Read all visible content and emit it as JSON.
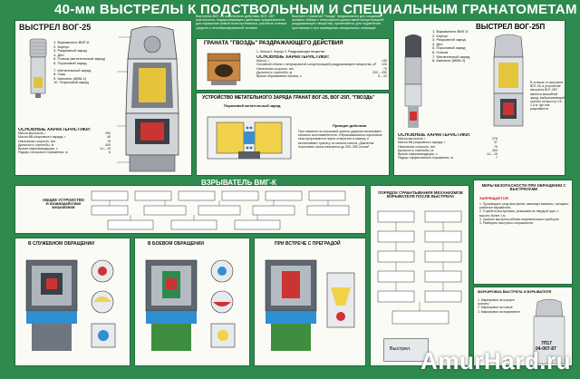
{
  "title": "40-мм ВЫСТРЕЛЫ К ПОДСТВОЛЬНЫМ И СПЕЦИАЛЬНЫМ ГРАНАТОМЕТАМ",
  "vog25": {
    "title": "ВЫСТРЕЛ ВОГ-25",
    "parts": [
      "1. Взрыватель ВМГ-К",
      "2. Корпус",
      "3. Разрывной заряд",
      "4. Дно",
      "5. Гильза (метательный заряд)",
      "6. Пороховой заряд"
    ],
    "parts2": [
      "7. Метательный заряд",
      "8. Газы",
      "9. Капсюль (КВМ-2)",
      "10. Пороховой заряд"
    ],
    "specs_title": "ОСНОВНЫЕ ХАРАКТЕРИСТИКИ:",
    "specs": [
      [
        "Масса выстрела, г",
        "250"
      ],
      [
        "Масса ВВ разрывного заряда, г",
        "48"
      ],
      [
        "Начальная скорость, м/с",
        "76"
      ],
      [
        "Дальность стрельбы, м",
        "400"
      ],
      [
        "Время самоликвидации, с",
        "14 – 19"
      ],
      [
        "Радиус сплошного поражения, м",
        "6"
      ]
    ]
  },
  "intro_text": "Выстрелы ВОГ-25 осколочного действия, ВОГ-25П осколочного, подпрыгивающего действия предназначены для поражения живой силы противника, расчетов огневых средств и легкобронированной техники.",
  "intro_text2": "Выстрел с гранатой \"Гвоздь\" предназначен для создания газового облака с непрозрачно-допустимой концентрацией раздражающего вещества, применяется для подавления противника и при проведении специальных операций.",
  "gvozd": {
    "title": "ГРАНАТА \"ГВОЗДЬ\" РАЗДРАЖАЮЩЕГО ДЕЙСТВИЯ",
    "parts": "1. Гильза  2. Корпус  3. Раздражающее вещество",
    "specs_title": "ОСНОВНЫЕ ХАРАКТЕРИСТИКИ:",
    "specs": [
      [
        "Масса, г",
        "145"
      ],
      [
        "Основной объем с непрозрачной концентрацией раздражающего вещества, м³",
        "100"
      ],
      [
        "Начальная скорость, м/с",
        "70"
      ],
      [
        "Дальность стрельбы, м",
        "200 – 250"
      ],
      [
        "Время образования облака, с",
        "5 – 10"
      ]
    ]
  },
  "charge": {
    "title": "УСТРОЙСТВО МЕТАТЕЛЬНОГО ЗАРЯДА ГРАНАТ ВОГ-25, ВОГ-25П, \"ГВОЗДЬ\"",
    "subtitle": "Пороховой метательный заряд",
    "principle_title": "Принцип действия",
    "principle": "При нажатии на спусковой крючок ударник накалывает капсюль воспламенителя. Образовавшиеся пороховые газы прорываются через отверстия в камеру и выталкивают гранату из канала ствола. Давление пороховых газов снижается до 300–350 кгс/см²."
  },
  "vog25p": {
    "title": "ВЫСТРЕЛ ВОГ-25П",
    "parts": [
      "1. Взрыватель ВМГ-К",
      "2. Корпус",
      "3. Разрывной заряд",
      "4. Дно",
      "5. Пороховой заряд",
      "6. Гильза",
      "7. Метательный заряд",
      "8. Капсюль (КВМ-2)"
    ],
    "note": "В отличие от выстрела ВОГ-25, в устройстве выстрела ВОГ-25П имеется вышибной заряд, выбрасывающий гранату на высоту 0,5–1,5 м, где она разрывается.",
    "specs_title": "ОСНОВНЫЕ ХАРАКТЕРИСТИКИ:",
    "specs": [
      [
        "Масса выстрела, г",
        "278"
      ],
      [
        "Масса ВВ разрывного заряда, г",
        "37"
      ],
      [
        "Начальная скорость, м/с",
        "75"
      ],
      [
        "Дальность стрельбы, м",
        "400"
      ],
      [
        "Время самоликвидации, с",
        "14 – 19"
      ],
      [
        "Радиус эффективного поражения, м",
        "7"
      ]
    ]
  },
  "fuze": {
    "title": "ВЗРЫВАТЕЛЬ ВМГ-К",
    "general": "ОБЩЕЕ УСТРОЙСТВО И взаимодействие механизмов",
    "states": [
      "В СЛУЖЕБНОМ ОБРАЩЕНИИ",
      "В БОЕВОМ ОБРАЩЕНИИ",
      "ПРИ ВСТРЕЧЕ С ПРЕГРАДОЙ"
    ],
    "order_title": "ПОРЯДОК СРАБАТЫВАНИЯ МЕХАНИЗМОВ ВЗРЫВАТЕЛЯ ПОСЛЕ ВЫСТРЕЛА",
    "shot": "Выстрел."
  },
  "safety": {
    "title": "МЕРЫ БЕЗОПАСНОСТИ ПРИ ОБРАЩЕНИИ С ВЫСТРЕЛАМИ",
    "forbidden": "ЗАПРЕЩАЕТСЯ:",
    "items": [
      "1. Производить уход выстрелов, имеющих вмятины, трещины, разбитые взрыватели.",
      "2. Стрелять выстрелами, упавшими на твердый грунт с высоты более 1 м.",
      "3. Хранить выстрелы вблизи нагревательных приборов.",
      "4. Разбирать выстрелы и взрыватели."
    ],
    "marking_title": "МАРКИРОВКА ВЫСТРЕЛА И ВЗРЫВАТЕЛЯ",
    "marking": [
      "1. Маркировка на корпусе гранаты",
      "2. Маркировка на гильзе",
      "3. Маркировка на взрывателе"
    ]
  },
  "marking_code": [
    "7П17",
    "04-007-87"
  ],
  "watermark": "AmurHard.ru"
}
